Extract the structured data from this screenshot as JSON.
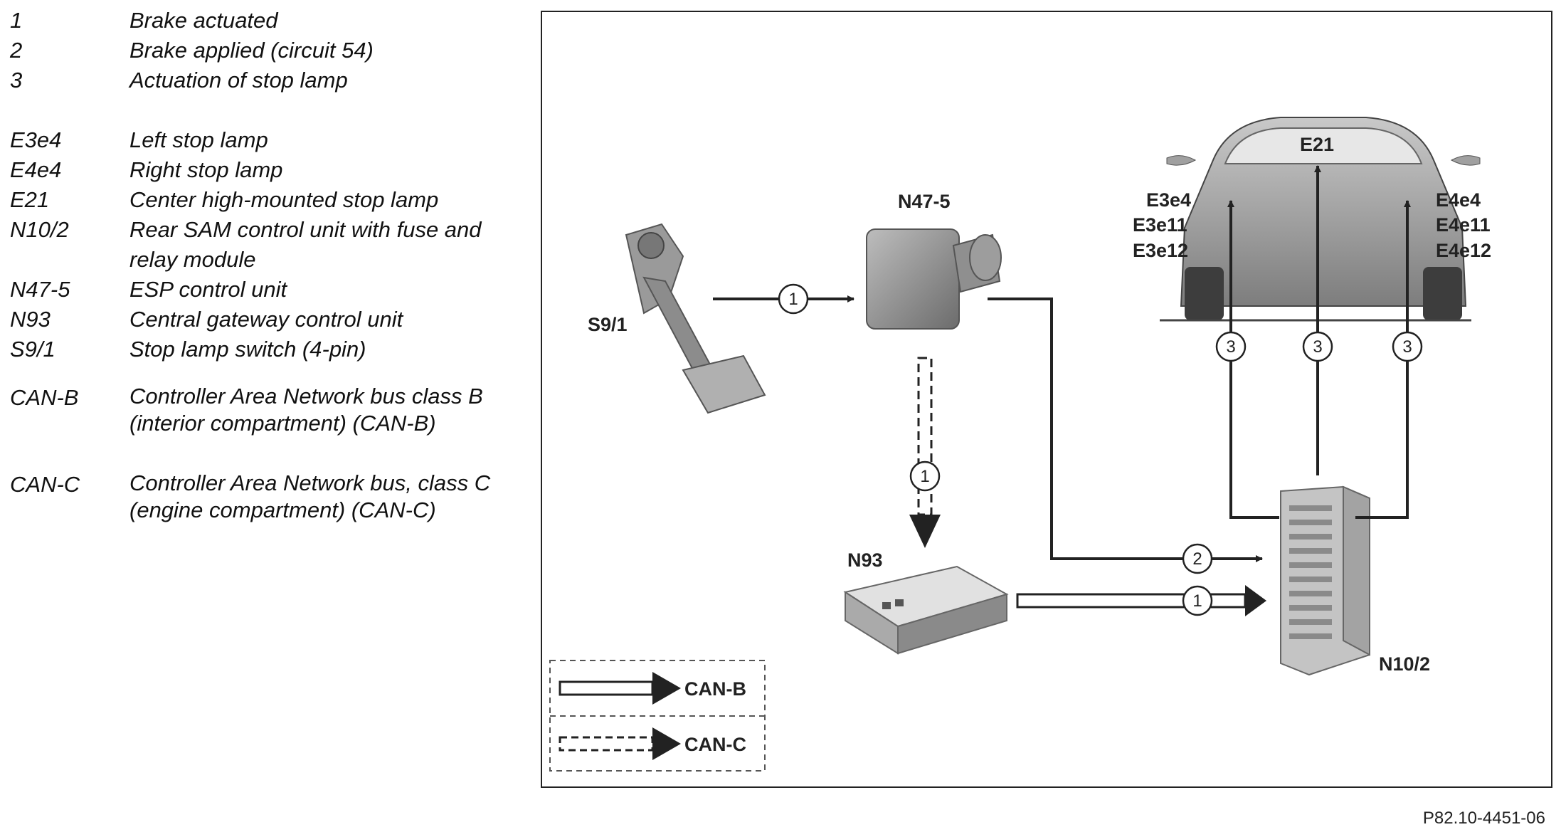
{
  "legend": {
    "items": [
      {
        "code": "1",
        "desc": "Brake actuated"
      },
      {
        "code": "2",
        "desc": "Brake applied (circuit 54)"
      },
      {
        "code": "3",
        "desc": "Actuation of stop lamp"
      },
      {
        "code": "E3e4",
        "desc": "Left stop lamp"
      },
      {
        "code": "E4e4",
        "desc": "Right stop lamp"
      },
      {
        "code": "E21",
        "desc": "Center high-mounted stop lamp"
      },
      {
        "code": "N10/2",
        "desc": "Rear SAM control unit with fuse and relay module"
      },
      {
        "code": "N47-5",
        "desc": "ESP control unit"
      },
      {
        "code": "N93",
        "desc": "Central gateway control unit"
      },
      {
        "code": "S9/1",
        "desc": "Stop lamp switch (4-pin)"
      },
      {
        "code": "CAN-B",
        "desc": "Controller Area Network bus class B (interior compartment) (CAN-B)"
      },
      {
        "code": "CAN-C",
        "desc": "Controller Area Network bus, class C (engine compartment) (CAN-C)"
      }
    ]
  },
  "diagram": {
    "components": {
      "s9_1": "S9/1",
      "n47_5": "N47-5",
      "n93": "N93",
      "n10_2": "N10/2",
      "e21": "E21",
      "left_lamps": [
        "E3e4",
        "E3e11",
        "E3e12"
      ],
      "right_lamps": [
        "E4e4",
        "E4e11",
        "E4e12"
      ]
    },
    "markers": {
      "m_s9_to_n47": "1",
      "m_n47_to_n93": "1",
      "m_n47_to_n10": "2",
      "m_n93_to_n10": "1",
      "m_lamp_left": "3",
      "m_lamp_center": "3",
      "m_lamp_right": "3"
    },
    "bus_legend": {
      "can_b": "CAN-B",
      "can_c": "CAN-C"
    }
  },
  "figure_ref": "P82.10-4451-06"
}
